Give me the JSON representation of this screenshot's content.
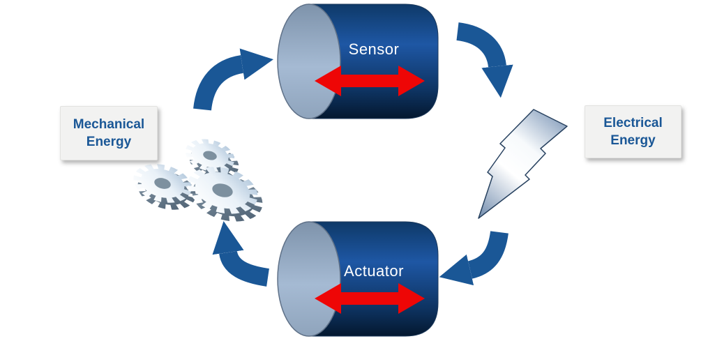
{
  "diagram": {
    "description": "Sensor-actuator energy conversion cycle diagram",
    "nodes": {
      "sensor": {
        "label": "Sensor"
      },
      "actuator": {
        "label": "Actuator"
      },
      "mechanical_energy": {
        "line1": "Mechanical",
        "line2": "Energy"
      },
      "electrical_energy": {
        "line1": "Electrical",
        "line2": "Energy"
      }
    },
    "flow": [
      "mechanical_energy -> sensor",
      "sensor -> electrical_energy",
      "electrical_energy -> actuator",
      "actuator -> mechanical_energy"
    ]
  },
  "icons": {
    "gears": "gears-icon",
    "lightning": "lightning-bolt-icon",
    "sensor_motion": "bidirectional-arrow-icon",
    "actuator_motion": "bidirectional-arrow-icon",
    "cycle": [
      "cycle-arrow-up-right",
      "cycle-arrow-down",
      "cycle-arrow-left",
      "cycle-arrow-up"
    ]
  },
  "colors": {
    "arrow_blue": "#1A5796",
    "cylinder_dark": "#0A2C55",
    "cylinder_mid": "#1E57A4",
    "cylinder_cap_light": "#A5BAD3",
    "red_arrow": "#EE0606",
    "label_text": "#1A5796",
    "label_bg": "#F2F2F1",
    "gear_side": "#64788A",
    "bolt_steel": "#8BA2BF"
  }
}
